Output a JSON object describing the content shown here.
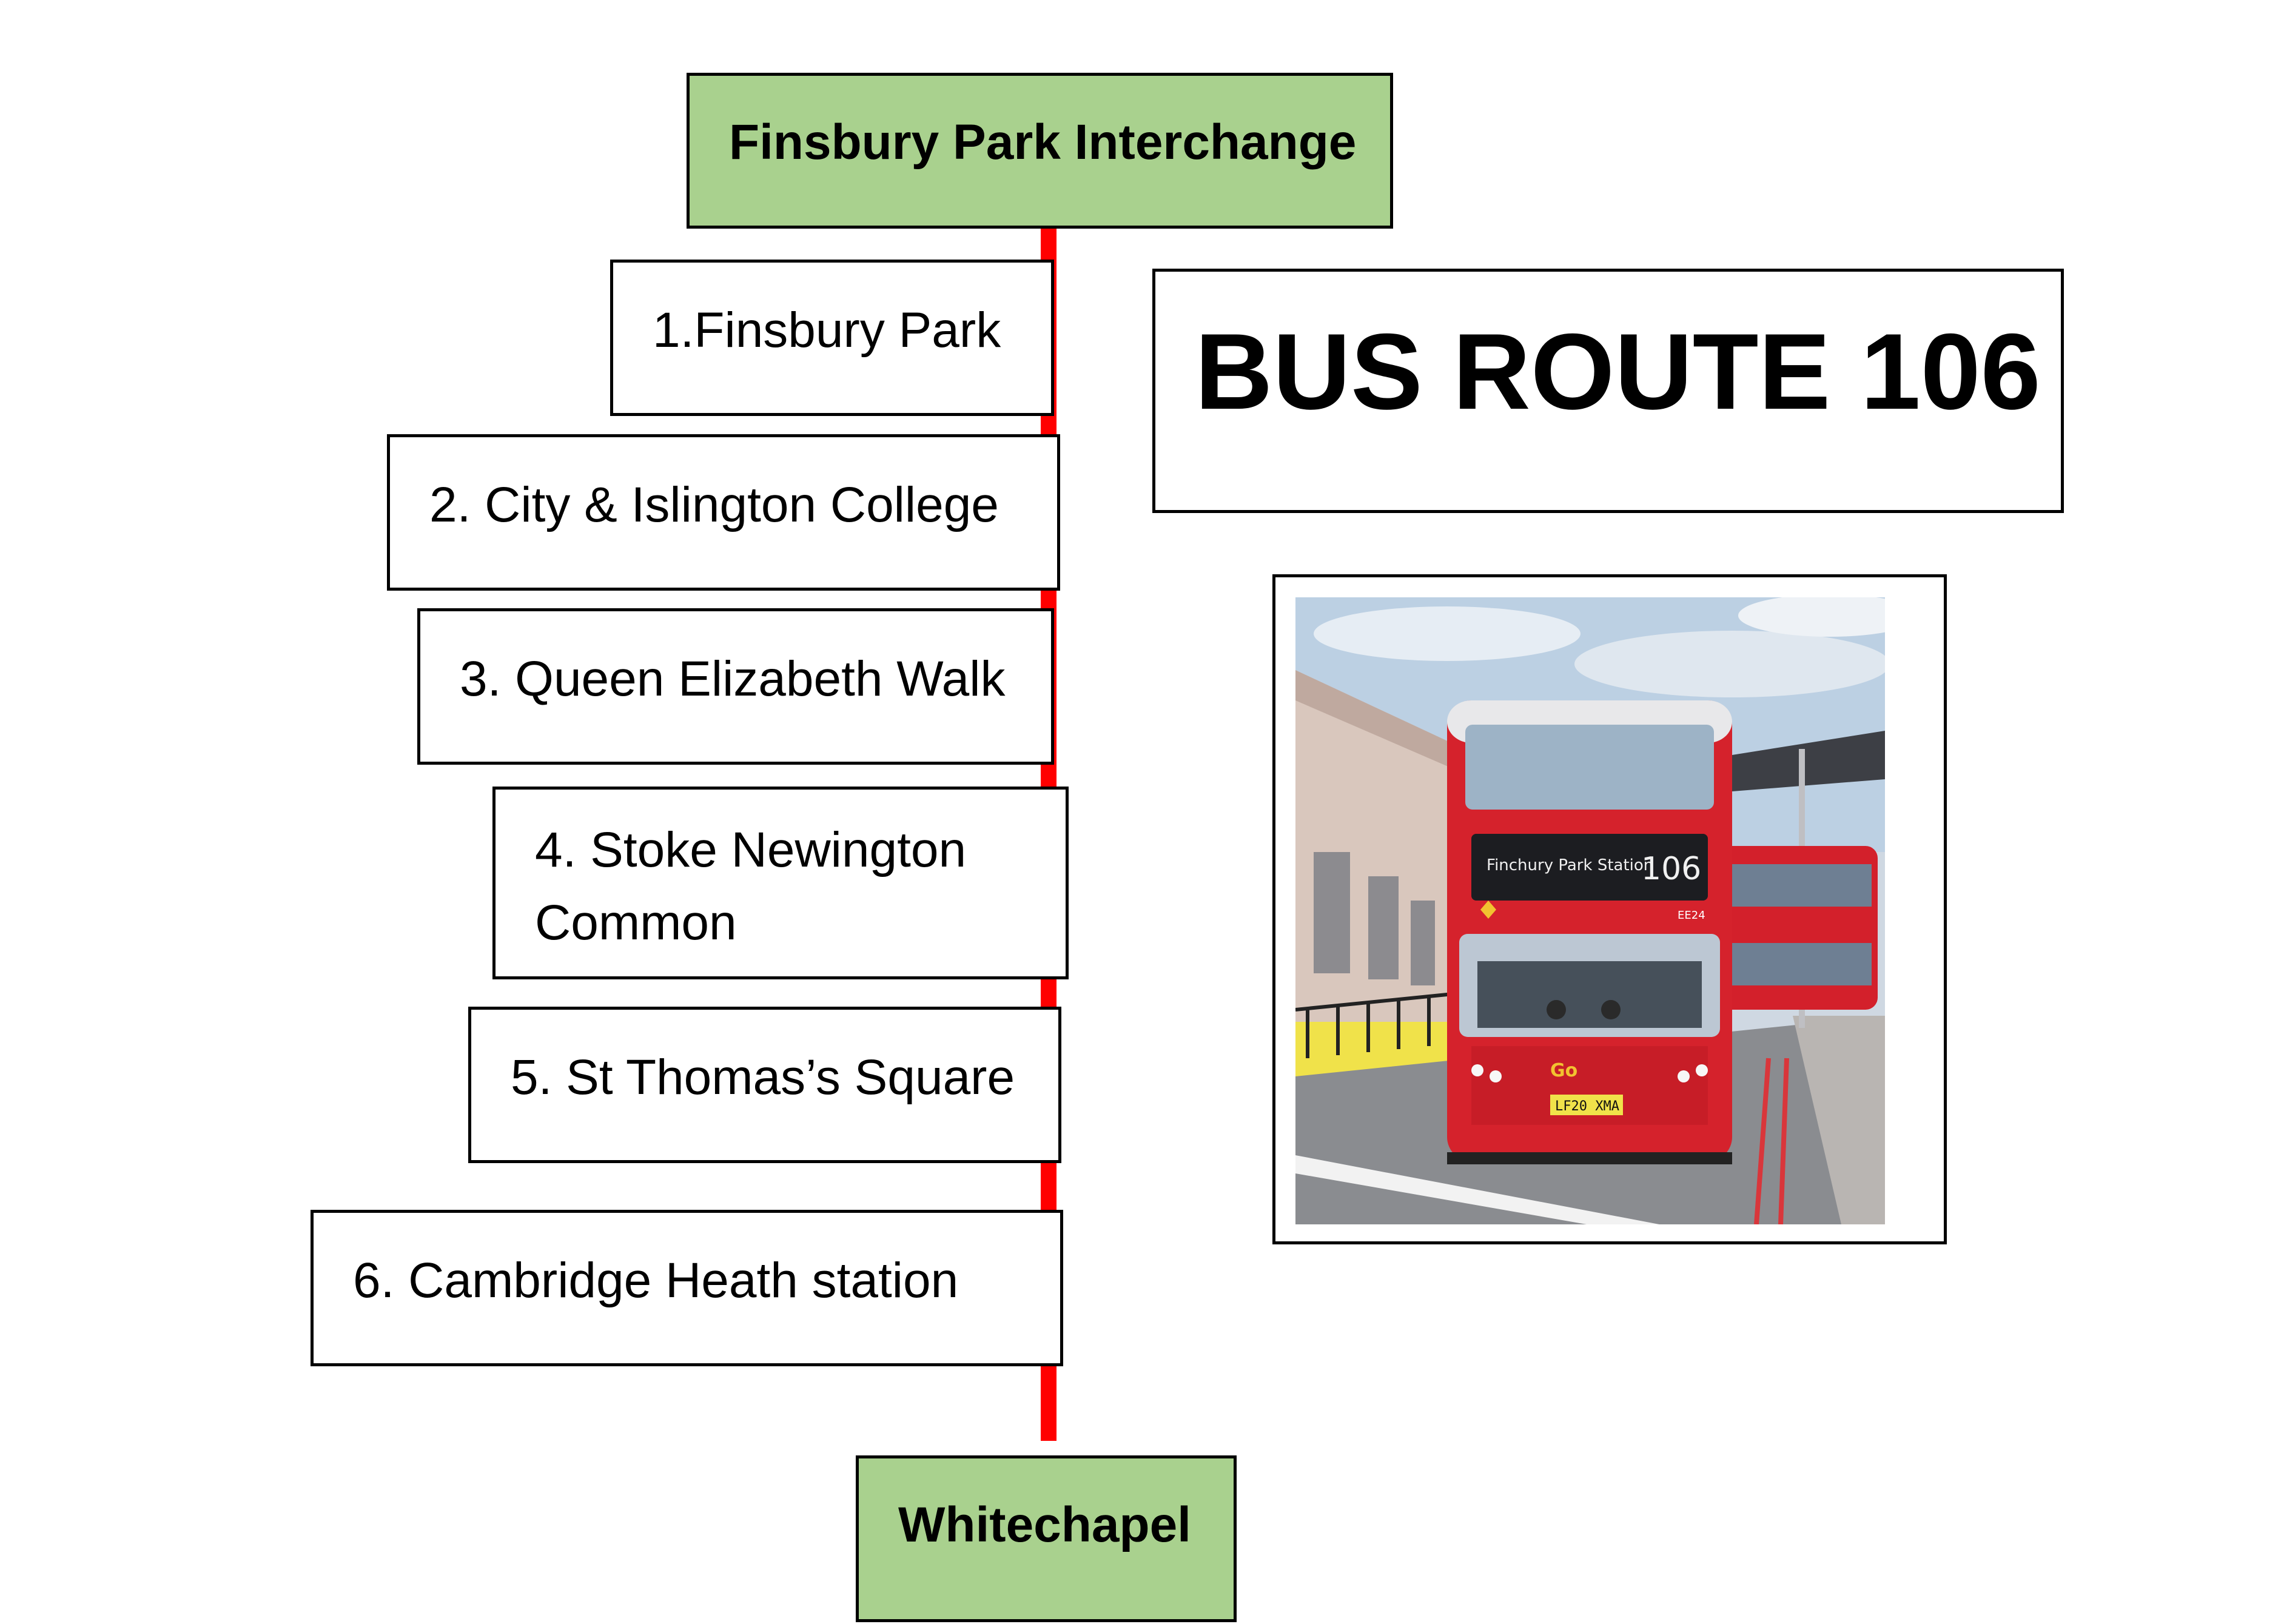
{
  "title": "BUS ROUTE 106",
  "route": {
    "start": "Finsbury Park Interchange",
    "end": "Whitechapel",
    "stops": [
      "1.Finsbury Park",
      "2. City & Islington College",
      "3. Queen Elizabeth Walk",
      "4. Stoke Newington Common",
      "5. St Thomas’s Square",
      "6. Cambridge Heath station"
    ],
    "line_color": "#ff0000"
  },
  "photo": {
    "destination": "Finchury Park Station",
    "route_number": "106",
    "fleet_number": "EE24",
    "plate": "LF20 XMA",
    "operator": "Go"
  }
}
